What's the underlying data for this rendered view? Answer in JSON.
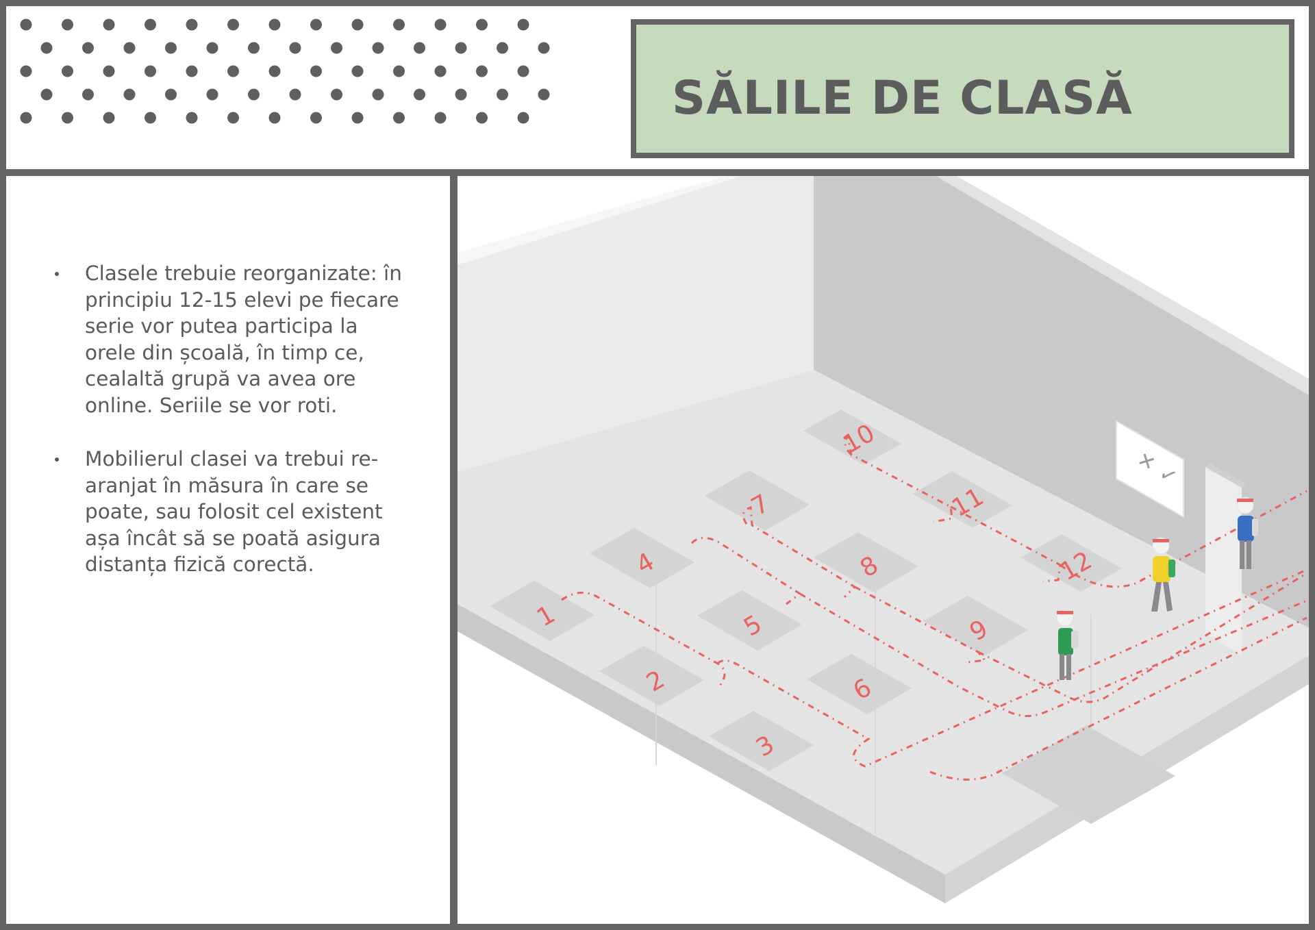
{
  "header": {
    "title": "SĂLILE DE CLASĂ"
  },
  "bullets": [
    {
      "lines": [
        "Clasele trebuie reorganizate: în",
        "principiu 12-15 elevi pe fiecare",
        "serie vor putea participa la",
        "orele din școală, în timp ce,",
        "cealaltă grupă va avea ore",
        "online. Seriile se vor roti."
      ]
    },
    {
      "lines": [
        "Mobilierul clasei va trebui re-",
        "aranjat în măsura în care se",
        "poate, sau folosit cel existent",
        "așa încât să se poată asigura",
        "distanța fizică corectă."
      ]
    }
  ],
  "illustration": {
    "desk_numbers": [
      "1",
      "2",
      "3",
      "4",
      "5",
      "6",
      "7",
      "8",
      "9",
      "10",
      "11",
      "12"
    ],
    "board_marks": [
      "✕",
      "✓"
    ],
    "colors": {
      "path": "#e8625f",
      "desk": "#d3d3d4",
      "floor": "#e3e3e4",
      "wall": "#c8c8ca",
      "teal_jacket": "#2f9a55",
      "yellow_jacket": "#f0d02a",
      "blue_jacket": "#3a6ec0",
      "frame": "#646464",
      "title_bg": "#c6dbbe"
    }
  }
}
